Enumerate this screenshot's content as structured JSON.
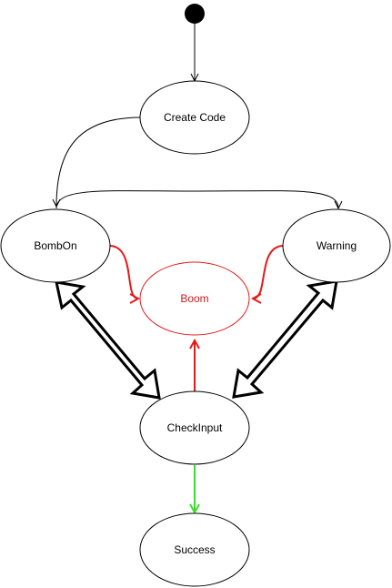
{
  "nodes": {
    "create_code": "Create Code",
    "bomb_on": "BombOn",
    "warning": "Warning",
    "boom": "Boom",
    "check_input": "CheckInput",
    "success": "Success"
  },
  "colors": {
    "default_stroke": "#000000",
    "error": "#e61919",
    "error_text": "#d21919",
    "success_edge": "#3cdc2d",
    "fill": "#ffffff"
  }
}
